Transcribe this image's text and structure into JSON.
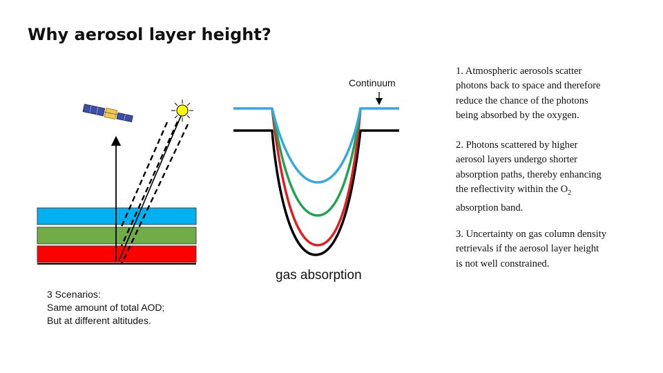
{
  "title": "Why aerosol layer height?",
  "labels": {
    "continuum": "Continuum",
    "gas_absorption": "gas absorption"
  },
  "scenarios": {
    "line1": "3 Scenarios:",
    "line2": "Same amount of total AOD;",
    "line3": "But at different altitudes."
  },
  "notes": {
    "n1": [
      "1. Atmospheric aerosols scatter",
      "photons back to space and therefore",
      "reduce the chance of the photons",
      "being absorbed by the oxygen."
    ],
    "n2": [
      "2. Photons scattered by higher",
      "aerosol layers undergo shorter",
      "absorption paths, thereby enhancing",
      "the reflectivity within the O",
      "absorption band."
    ],
    "n2_subscript": "2",
    "n3": [
      "3. Uncertainty on gas column density",
      "retrievals if the aerosol layer height",
      "is not well constrained."
    ]
  },
  "colors": {
    "layer_top": "#00B0F0",
    "layer_middle": "#70AD47",
    "layer_bottom": "#FF0000",
    "curve_blue": "#33A9E0",
    "curve_green": "#1FA351",
    "curve_red": "#E02020",
    "curve_black": "#000000",
    "sun": "#FFFF00"
  }
}
